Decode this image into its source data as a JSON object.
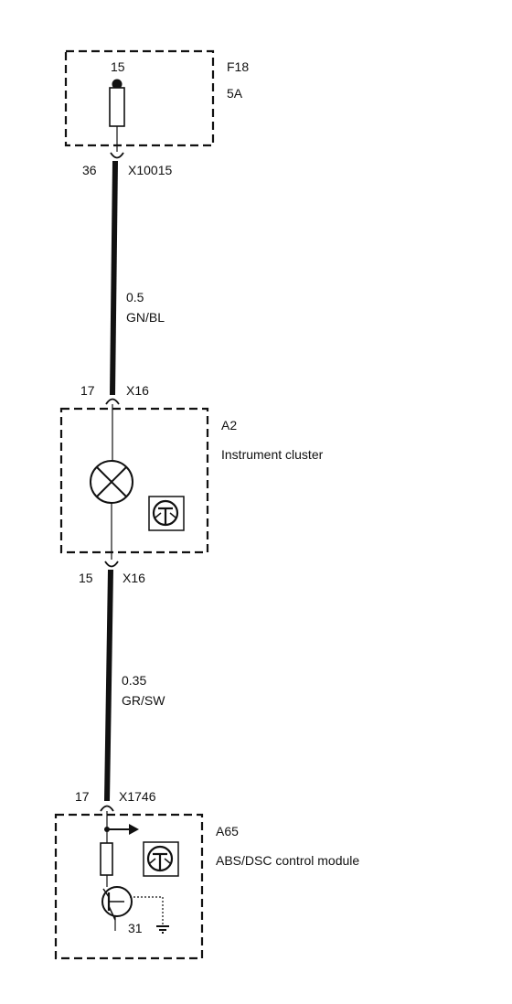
{
  "fuse": {
    "pin": "15",
    "name": "F18",
    "rating": "5A"
  },
  "connectors": {
    "c1": {
      "pin": "36",
      "name": "X10015"
    },
    "c2": {
      "pin": "17",
      "name": "X16"
    },
    "c3": {
      "pin": "15",
      "name": "X16"
    },
    "c4": {
      "pin": "17",
      "name": "X1746"
    }
  },
  "wires": {
    "w1": {
      "size": "0.5",
      "color": "GN/BL"
    },
    "w2": {
      "size": "0.35",
      "color": "GR/SW"
    }
  },
  "modules": {
    "a2": {
      "id": "A2",
      "name": "Instrument cluster"
    },
    "a65": {
      "id": "A65",
      "name": "ABS/DSC control module",
      "ground_pin": "31"
    }
  }
}
